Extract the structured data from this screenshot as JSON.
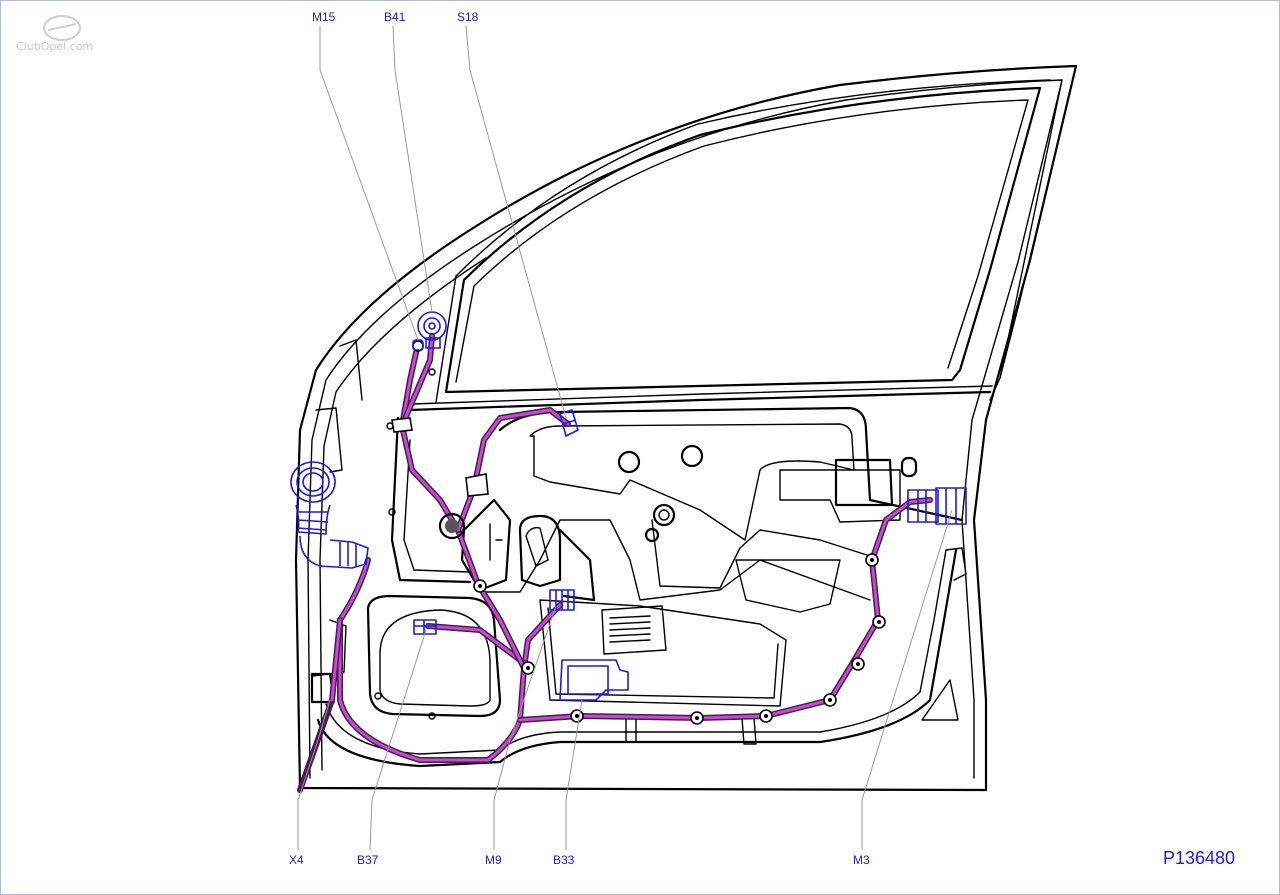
{
  "watermark": "ClubOpel.com",
  "reference_code": "P136480",
  "callouts": {
    "M15": "M15",
    "B41": "B41",
    "S18": "S18",
    "X4": "X4",
    "B37": "B37",
    "M9": "M9",
    "B33": "B33",
    "M3": "M3"
  },
  "colors": {
    "label_blue": "#1a1ae6",
    "harness_purple": "#c24fc8",
    "harness_outline": "#4a1a55",
    "line_black": "#000000",
    "leader_grey": "#9a9a9a"
  }
}
